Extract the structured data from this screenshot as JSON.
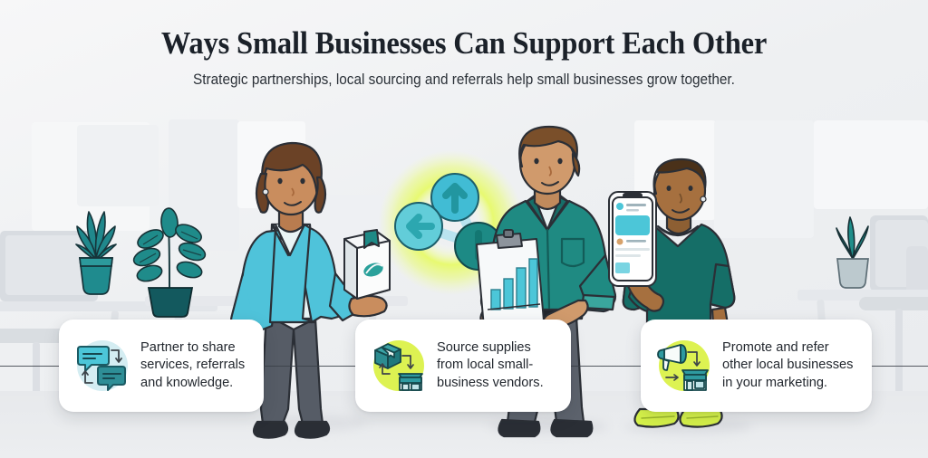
{
  "header": {
    "title": "Ways Small Businesses Can Support Each Other",
    "subtitle": "Strategic partnerships, local sourcing and referrals help small businesses grow together."
  },
  "cards": [
    {
      "id": "partner",
      "icon_name": "chat-bubbles-exchange-icon",
      "blob_color": "#d4edf2",
      "text": "Partner to share services, referrals and knowledge."
    },
    {
      "id": "source",
      "icon_name": "package-to-storefront-icon",
      "blob_color": "#ddf252",
      "text": "Source supplies from local small-business vendors."
    },
    {
      "id": "promote",
      "icon_name": "megaphone-to-storefront-icon",
      "blob_color": "#ddf252",
      "text": "Promote and refer other local businesses in your marketing."
    }
  ],
  "illustration": {
    "network_icon": "network-nodes-icon",
    "people": [
      {
        "id": "woman-left",
        "name": "woman-holding-product-box",
        "holding": "product-box-with-leaf-logo"
      },
      {
        "id": "man-center",
        "name": "man-holding-clipboard",
        "holding": "clipboard-with-bar-chart"
      },
      {
        "id": "person-right",
        "name": "person-holding-smartphone",
        "holding": "smartphone-with-social-post"
      }
    ],
    "plants": [
      "spiky-plant-left",
      "leafy-plant-left",
      "plant-right"
    ]
  },
  "palette": {
    "teal_dark": "#1b6b6e",
    "teal": "#2e9aa0",
    "cyan": "#4cc6d8",
    "lime": "#ddf252",
    "ink": "#1b2129",
    "gray_pants": "#5d636d"
  }
}
